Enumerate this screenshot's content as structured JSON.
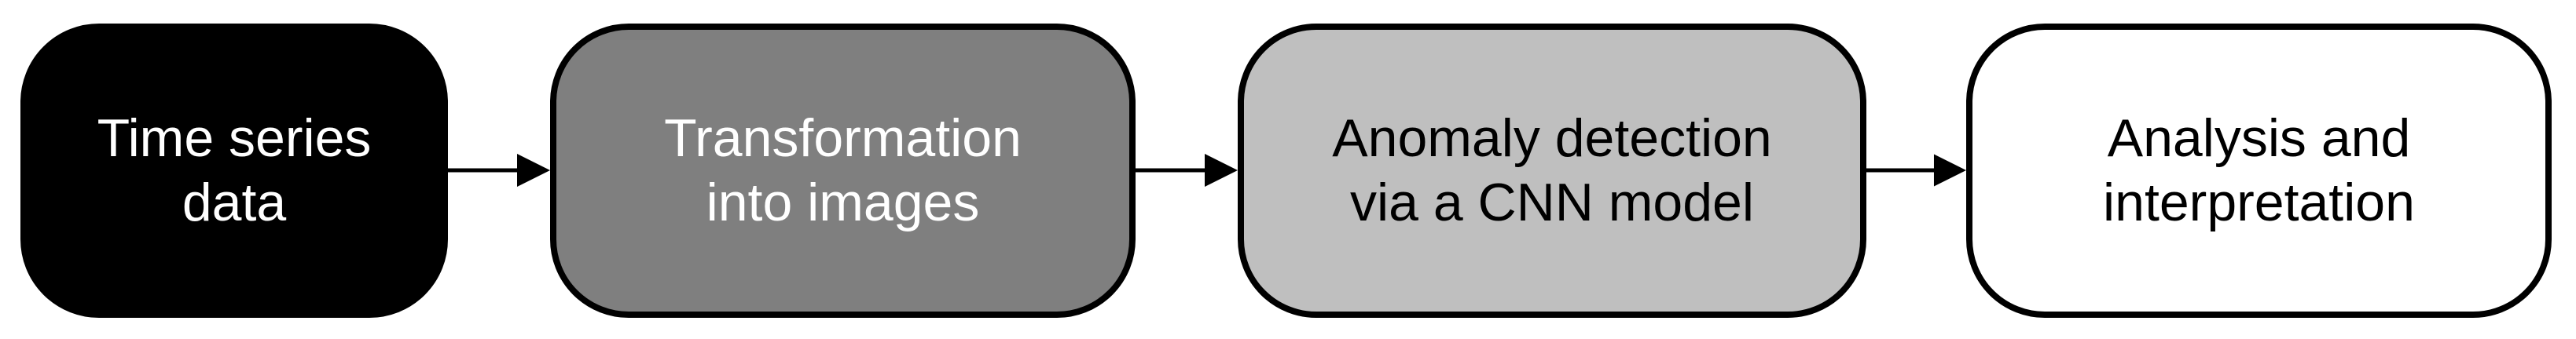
{
  "diagram": {
    "background": "#ffffff",
    "nodes": [
      {
        "id": "time-series-data",
        "lines": [
          "Time series",
          "data"
        ],
        "fill": "#000000",
        "border_color": "#000000",
        "text_color": "#ffffff"
      },
      {
        "id": "transformation-into-images",
        "lines": [
          "Transformation",
          "into images"
        ],
        "fill": "#7f7f7f",
        "border_color": "#000000",
        "text_color": "#ffffff"
      },
      {
        "id": "anomaly-detection-cnn",
        "lines": [
          "Anomaly detection",
          "via a CNN model"
        ],
        "fill": "#bfbfbf",
        "border_color": "#000000",
        "text_color": "#000000"
      },
      {
        "id": "analysis-interpretation",
        "lines": [
          "Analysis and",
          "interpretation"
        ],
        "fill": "#ffffff",
        "border_color": "#000000",
        "text_color": "#000000"
      }
    ],
    "arrows": [
      {
        "id": "arrow-1",
        "color": "#000000"
      },
      {
        "id": "arrow-2",
        "color": "#000000"
      },
      {
        "id": "arrow-3",
        "color": "#000000"
      }
    ]
  }
}
